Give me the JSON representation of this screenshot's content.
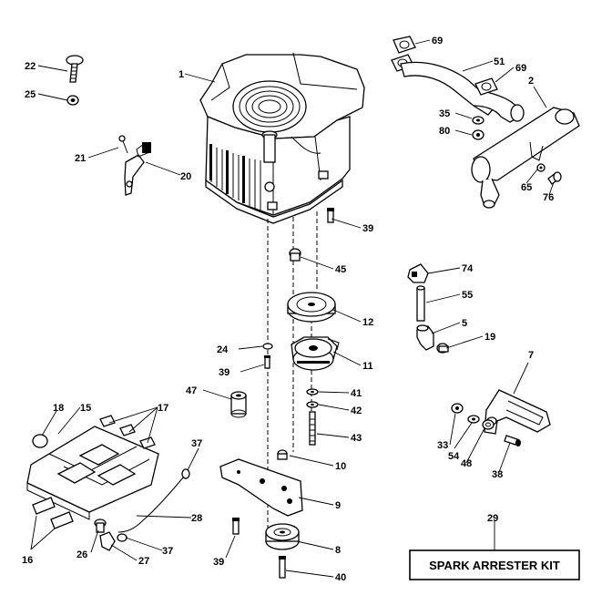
{
  "kit_label": "SPARK ARRESTER KIT",
  "callouts": {
    "c1": "1",
    "c2": "2",
    "c5": "5",
    "c7": "7",
    "c8": "8",
    "c9": "9",
    "c10": "10",
    "c11": "11",
    "c12": "12",
    "c15": "15",
    "c16": "16",
    "c17": "17",
    "c18": "18",
    "c19": "19",
    "c20": "20",
    "c21": "21",
    "c22": "22",
    "c24": "24",
    "c25": "25",
    "c26": "26",
    "c27": "27",
    "c28": "28",
    "c29": "29",
    "c33": "33",
    "c35": "35",
    "c37a": "37",
    "c37b": "37",
    "c38": "38",
    "c39a": "39",
    "c39b": "39",
    "c39c": "39",
    "c40": "40",
    "c41": "41",
    "c42": "42",
    "c43": "43",
    "c45": "45",
    "c47": "47",
    "c48": "48",
    "c51": "51",
    "c54": "54",
    "c55": "55",
    "c65": "65",
    "c69a": "69",
    "c69b": "69",
    "c74": "74",
    "c76": "76",
    "c80": "80"
  }
}
